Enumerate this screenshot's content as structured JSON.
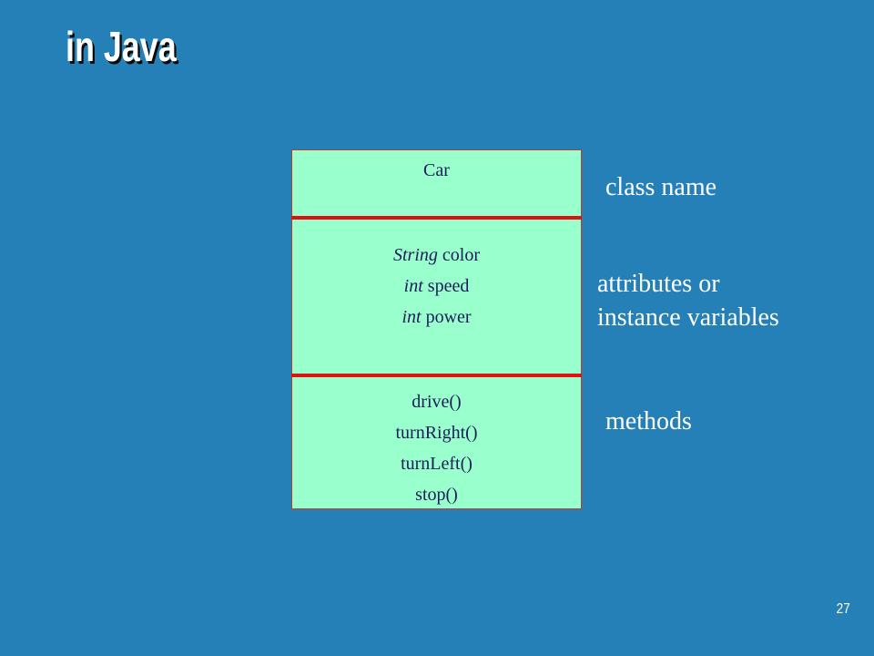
{
  "slide": {
    "title": "in Java",
    "page_number": "27"
  },
  "uml_class": {
    "name": "Car",
    "attributes": [
      {
        "type": "String",
        "name": "color"
      },
      {
        "type": "int",
        "name": "speed"
      },
      {
        "type": "int",
        "name": "power"
      }
    ],
    "methods": [
      "drive()",
      "turnRight()",
      "turnLeft()",
      "stop()"
    ]
  },
  "labels": {
    "class_name": "class name",
    "attributes_line1": "attributes or",
    "attributes_line2": "instance variables",
    "methods": "methods"
  },
  "colors": {
    "background": "#2580b8",
    "box_fill": "#99ffcc",
    "divider": "#e01010",
    "text_dark": "#1c1c5a",
    "text_light": "#ffffff"
  }
}
